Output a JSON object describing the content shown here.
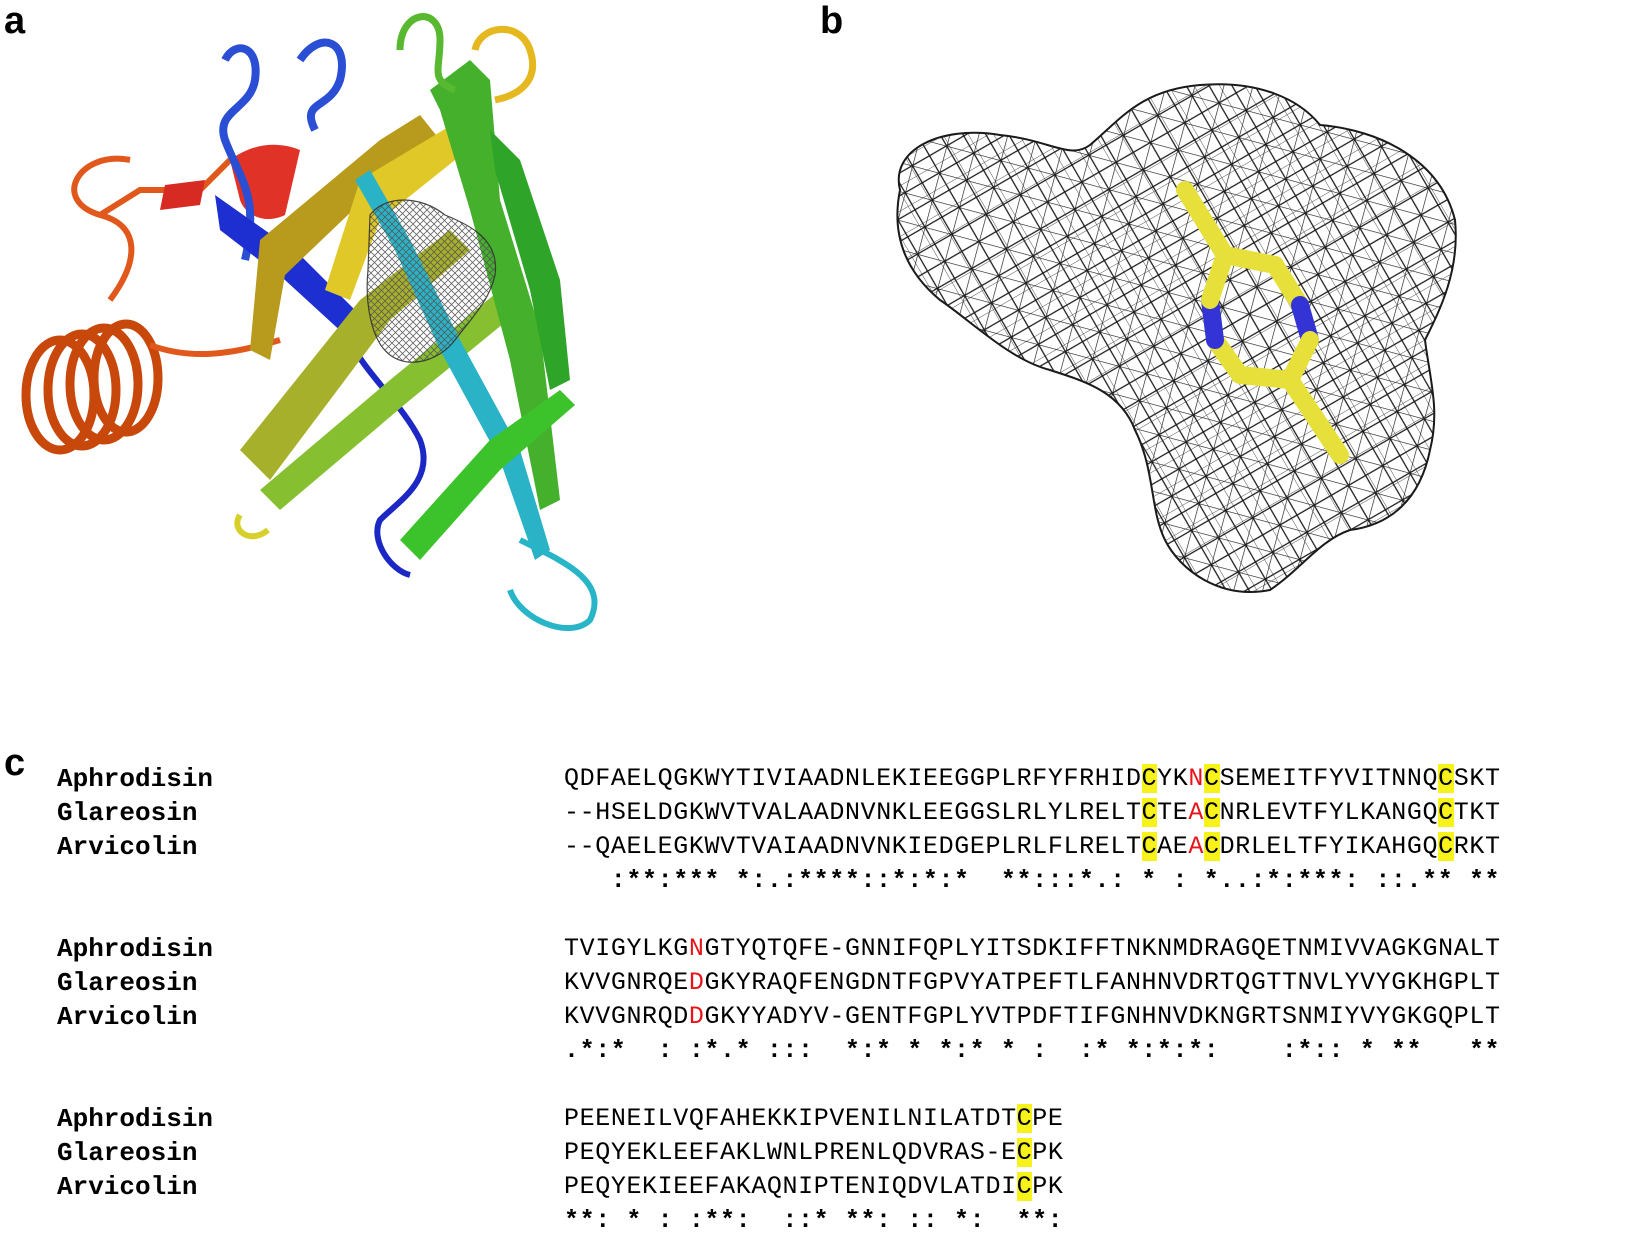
{
  "panels": {
    "a": "a",
    "b": "b",
    "c": "c"
  },
  "colors": {
    "highlight_cys": "#f7f21a",
    "highlight_site": "#e8141c",
    "mesh": "#1a1a1a",
    "ligand_carbon": "#e7e03a",
    "ligand_nitrogen": "#3434d6"
  },
  "alignment": {
    "blocks": [
      {
        "rows": [
          {
            "name": "Aphrodisin",
            "seq": "QDFAELQGKWYTIVIAADNLEKIEEGGPLRFYFRHIDCYKNCSEMEITFYVITNNQCSKT",
            "yellow": [
              37,
              41,
              56
            ],
            "red": [
              40
            ]
          },
          {
            "name": "Glareosin",
            "seq": "--HSELDGKWVTVALAADNVNKLEEGGSLRLYLRELTCTEACNRLEVTFYLKANGQCTKT",
            "yellow": [
              37,
              41,
              56
            ],
            "red": [
              40
            ]
          },
          {
            "name": "Arvicolin",
            "seq": "--QAELEGKWVTVAIAADNVNKIEDGEPLRLFLRELTCAEACDRLELTFYIKAHGQCRKT",
            "yellow": [
              37,
              41,
              56
            ],
            "red": [
              40
            ]
          }
        ],
        "consensus": "   :**:*** *:.:****::*:*:*  **:::*.: * : *..:*:***: ::.** **"
      },
      {
        "rows": [
          {
            "name": "Aphrodisin",
            "seq": "TVIGYLKGNGTYQTQFE-GNNIFQPLYITSDKIFFTNKNMDRAGQETNMIVVAGKGNALT",
            "yellow": [],
            "red": [
              8
            ]
          },
          {
            "name": "Glareosin",
            "seq": "KVVGNRQEDGKYRAQFENGDNTFGPVYATPEFTLFANHNVDRTQGTTNVLYVYGKHGPLT",
            "yellow": [],
            "red": [
              8
            ]
          },
          {
            "name": "Arvicolin",
            "seq": "KVVGNRQDDGKYYADYV-GENTFGPLYVTPDFTIFGNHNVDKNGRTSNMIYVYGKGQPLT",
            "yellow": [],
            "red": [
              8
            ]
          }
        ],
        "consensus": ".*:*  : :*.* :::  *:* * *:* * :  :* *:*:*:    :*:: * **   **"
      },
      {
        "rows": [
          {
            "name": "Aphrodisin",
            "seq": "PEENEILVQFAHEKKIPVENILNILATDTCPE",
            "yellow": [
              29
            ],
            "red": []
          },
          {
            "name": "Glareosin",
            "seq": "PEQYEKLEEFAKLWNLPRENLQDVRAS-ECPK",
            "yellow": [
              29
            ],
            "red": []
          },
          {
            "name": "Arvicolin",
            "seq": "PEQYEKIEEFAKAQNIPTENIQDVLATDICPK",
            "yellow": [
              29
            ],
            "red": []
          }
        ],
        "consensus": "**: * : :**:  ::* **: :: *:  **:"
      }
    ]
  }
}
